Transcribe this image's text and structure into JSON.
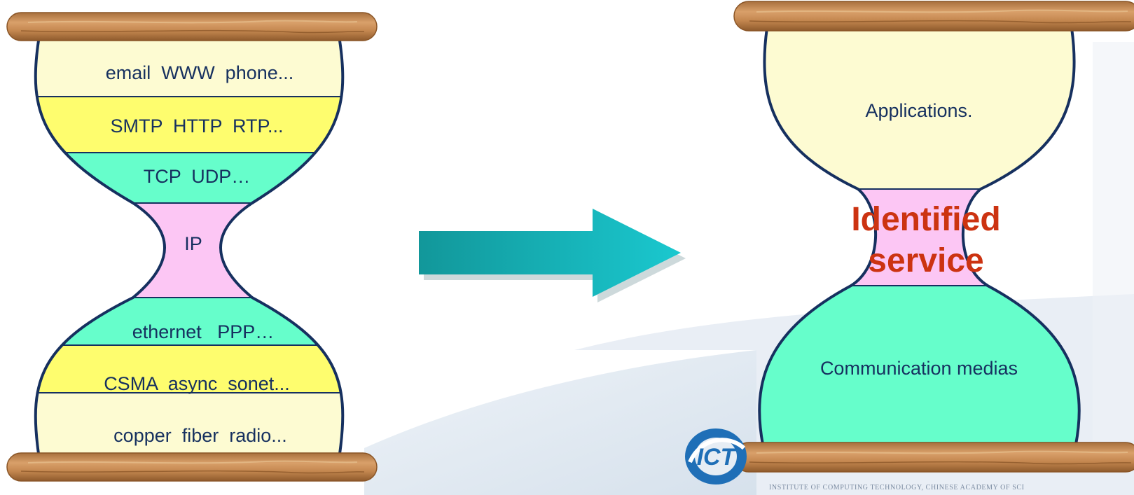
{
  "left_hourglass": {
    "layers": [
      {
        "label": "email  WWW  phone...",
        "fill": "#fdfbd2"
      },
      {
        "label": "SMTP  HTTP  RTP...",
        "fill": "#fefd6e"
      },
      {
        "label": "TCP  UDP…",
        "fill": "#66fecb"
      },
      {
        "label": "IP",
        "fill": "#fcc6f4"
      },
      {
        "label": "ethernet   PPP…",
        "fill": "#66fecb"
      },
      {
        "label": "CSMA  async  sonet...",
        "fill": "#fefd6e"
      },
      {
        "label": "copper  fiber  radio...",
        "fill": "#fdfbd2"
      }
    ]
  },
  "right_hourglass": {
    "top_label": "Applications.",
    "waist_label_line1": "Identified",
    "waist_label_line2": "service",
    "bottom_label": "Communication medias"
  },
  "colors": {
    "outline": "#16305f",
    "wood": "#c4874f",
    "arrow_start": "#12979a",
    "arrow_end": "#1ac8cf",
    "highlight": "#cc3311",
    "background_swoosh": "#e6edf4"
  },
  "footer": {
    "institute_text": "INSTITUTE OF COMPUTING TECHNOLOGY, CHINESE ACADEMY OF SCI",
    "logo_text": "ICT"
  }
}
